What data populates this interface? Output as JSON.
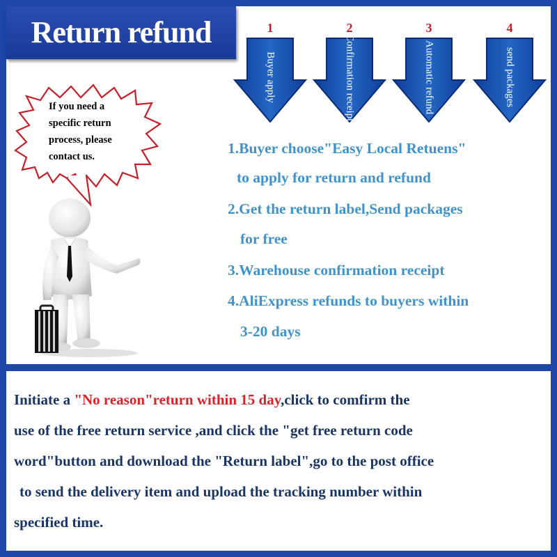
{
  "title": "Return refund steps",
  "colors": {
    "frame": "#1e46a8",
    "arrow": "#1e5ab4",
    "step_text": "#3e93cd",
    "number": "#c81e28",
    "bottom_text": "#183566",
    "highlight": "#d8232a"
  },
  "arrows": [
    {
      "number": "1",
      "label": "Buyer apply"
    },
    {
      "number": "2",
      "label": "Confirmation receipt"
    },
    {
      "number": "3",
      "label": "Automatic refund"
    },
    {
      "number": "4",
      "label": "send packages"
    }
  ],
  "bubble": {
    "lines": [
      "If you need a",
      "specific return",
      "process, please",
      "contact us."
    ]
  },
  "steps": [
    "1.Buyer choose\"Easy Local Retuens\"",
    "to apply for return and refund",
    "2.Get the return label,Send packages",
    "for free",
    "3.Warehouse confirmation receipt",
    "4.AliExpress refunds to buyers within",
    "3-20 days"
  ],
  "bottom": {
    "line1_start": "Initiate a ",
    "line1_highlight": "\"No reason\"return within 15 day",
    "line1_end": ",click to comfirm the",
    "line2": "use of the free return service ,and click the \"get free return code",
    "line3": "word\"button and download the \"Return label\",go to the post office",
    "line4": "to send the delivery item and upload the tracking number within",
    "line5": "specified time."
  },
  "icons": {
    "figure": "businessman-figure",
    "briefcase": "briefcase-icon",
    "bubble": "speech-bubble"
  }
}
